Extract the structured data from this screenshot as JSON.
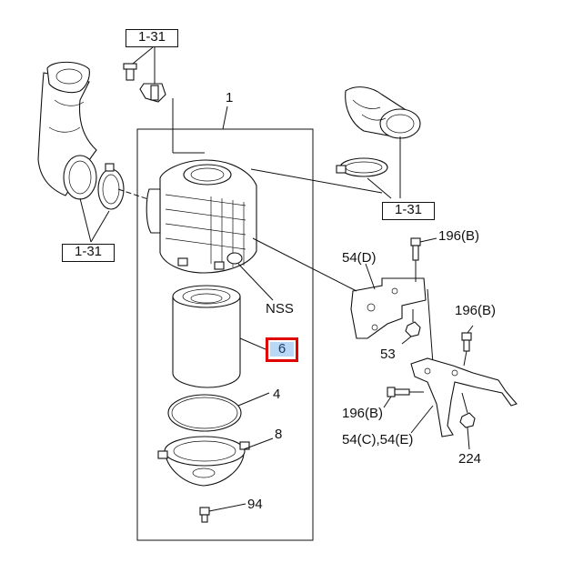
{
  "references": {
    "top_left": "1-31",
    "right_hose": "1-31",
    "left_duct": "1-31"
  },
  "labels": {
    "assembly": "1",
    "nss": "NSS",
    "element": "6",
    "ring": "4",
    "cover": "8",
    "bolt_cover": "94",
    "bracket_upper": "54(D)",
    "bolt_upper": "196(B)",
    "bolt_right": "196(B)",
    "bolt_left": "196(B)",
    "nut_mid": "53",
    "bracket_lower": "54(C),54(E)",
    "nut_lower": "224"
  },
  "highlight": {
    "part": "6",
    "color": "#e00000",
    "fill": "#b8d8f5"
  }
}
